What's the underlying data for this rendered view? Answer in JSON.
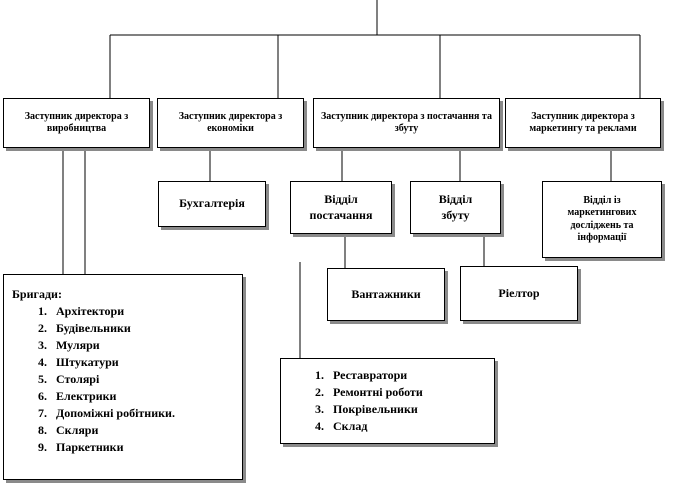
{
  "deputies": [
    "Заступник директора з виробництва",
    "Заступник директора з економіки",
    "Заступник директора з постачання та збуту",
    "Заступник директора з маркетингу та реклами"
  ],
  "departments": {
    "accounting": "Бухгалтерія",
    "supply": "Відділ постачання",
    "sales": "Відділ збуту",
    "marketing_research": "Відділ із маркетингових досліджень та інформації",
    "loaders": "Вантажники",
    "realtor": "Ріелтор"
  },
  "brigades": {
    "title": "Бригади:",
    "items": [
      "Архітектори",
      "Будівельники",
      "Муляри",
      "Штукатури",
      "Столярі",
      "Електрики",
      "Допоміжні робітники.",
      "Скляри",
      "Паркетники"
    ]
  },
  "service": {
    "items": [
      "Реставратори",
      "Ремонтні роботи",
      "Покрівельники",
      "Склад"
    ]
  }
}
